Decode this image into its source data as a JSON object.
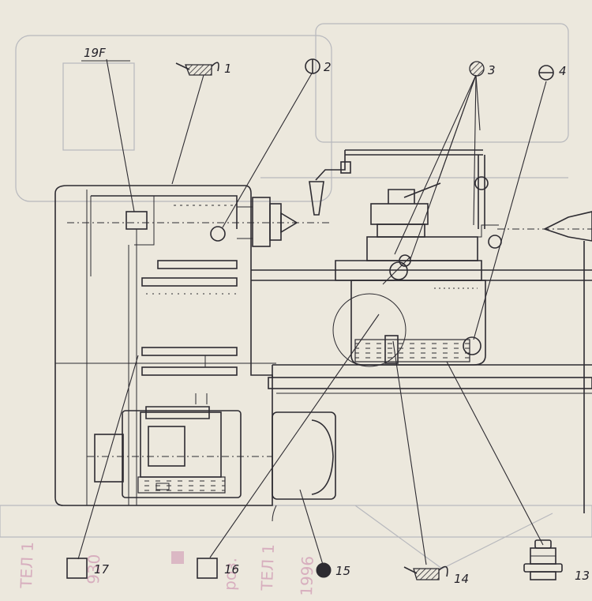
{
  "callouts": {
    "c1": "1",
    "c2": "2",
    "c3": "3",
    "c4": "4",
    "c13": "13",
    "c14": "14",
    "c15": "15",
    "c16": "16",
    "c17": "17",
    "c19f": "19F"
  },
  "icons": {
    "c1": "oil-can-icon",
    "c2": "circle-vertical-line-icon",
    "c3": "hatched-circle-icon",
    "c4": "circle-horizontal-line-icon",
    "c13": "grease-cup-icon",
    "c14": "oil-can-icon",
    "c15": "filled-circle-icon",
    "c16": "square-icon",
    "c17": "square-icon"
  },
  "colors": {
    "ink": "#2d2b31",
    "paper": "#ece8dd",
    "stamp": "#c77fa6"
  }
}
